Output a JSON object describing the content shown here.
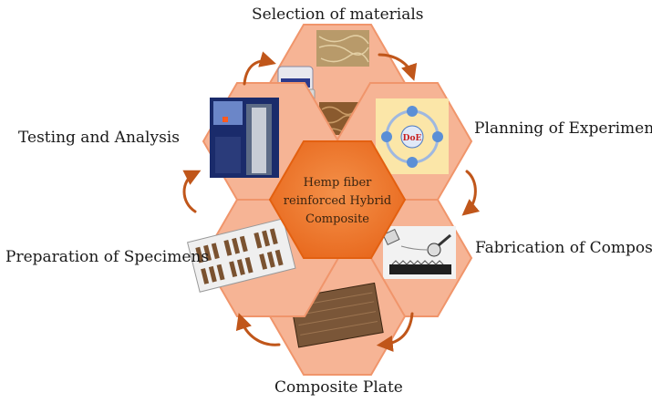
{
  "diagram": {
    "center": {
      "lines": [
        "Hemp fiber",
        "reinforced Hybrid",
        "Composite"
      ]
    },
    "stages": {
      "selection": "Selection of materials",
      "planning": "Planning of Experiment",
      "fabrication": "Fabrication of Composite",
      "plate": "Composite Plate",
      "preparation": "Preparation of Specimens",
      "testing": "Testing and Analysis"
    },
    "doe_label": "DoE",
    "colors": {
      "hex_fill": "#f6b495",
      "hex_border": "#f0956b",
      "center_fill": "#f07a2a",
      "arrow": "#c0561a"
    },
    "icons": [
      "hemp-fiber-photo",
      "resin-bottle-photo",
      "hemp-mat-photo",
      "doe-chart",
      "hand-layup-illustration",
      "composite-plate-photo",
      "specimen-tray-photo",
      "testing-machine-photo"
    ]
  }
}
